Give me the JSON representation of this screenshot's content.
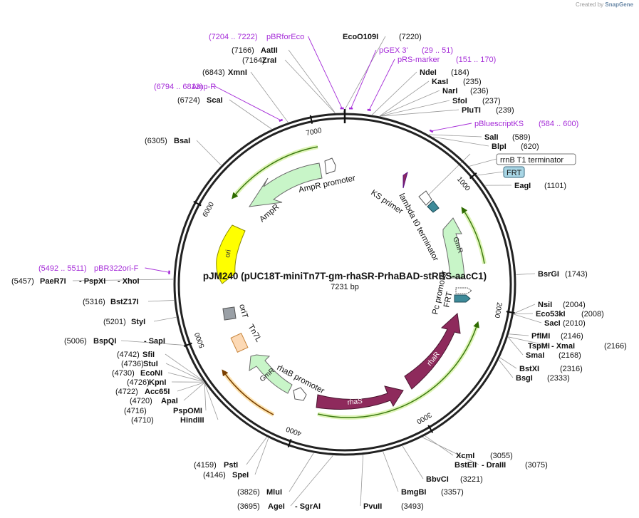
{
  "credit": {
    "prefix": "Created by",
    "brand": "SnapGene"
  },
  "plasmid": {
    "name": "pJM240 (pUC18T-miniTn7T-gm-rhaSR-PrhaBAD-stRBS-aacC1)",
    "length_label": "7231 bp",
    "length": 7231
  },
  "ticks": [
    "1000",
    "2000",
    "3000",
    "4000",
    "5000",
    "6000",
    "7000"
  ],
  "sites": [
    {
      "name": "EcoO109I",
      "pos": "(7220)"
    },
    {
      "name": "AatII",
      "pos": "(7166)"
    },
    {
      "name": "ZraI",
      "pos": "(7164)"
    },
    {
      "name": "XmnI",
      "pos": "(6843)"
    },
    {
      "name": "ScaI",
      "pos": "(6724)"
    },
    {
      "name": "BsaI",
      "pos": "(6305)"
    },
    {
      "name": "NdeI",
      "pos": "(184)"
    },
    {
      "name": "KasI",
      "pos": "(235)"
    },
    {
      "name": "NarI",
      "pos": "(236)"
    },
    {
      "name": "SfoI",
      "pos": "(237)"
    },
    {
      "name": "PluTI",
      "pos": "(239)"
    },
    {
      "name": "SalI",
      "pos": "(589)"
    },
    {
      "name": "BlpI",
      "pos": "(620)"
    },
    {
      "name": "EagI",
      "pos": "(1101)"
    },
    {
      "name": "BsrGI",
      "pos": "(1743)"
    },
    {
      "name": "NsiI",
      "pos": "(2004)"
    },
    {
      "name": "Eco53kI",
      "pos": "(2008)"
    },
    {
      "name": "SacI",
      "pos": "(2010)"
    },
    {
      "name": "PflMI",
      "pos": "(2146)"
    },
    {
      "name": "TspMI",
      "pos": ""
    },
    {
      "name": "- XmaI",
      "pos": "(2166)"
    },
    {
      "name": "SmaI",
      "pos": "(2168)"
    },
    {
      "name": "BstXI",
      "pos": "(2316)"
    },
    {
      "name": "BsgI",
      "pos": "(2333)"
    },
    {
      "name": "XcmI",
      "pos": "(3055)"
    },
    {
      "name": "BstEII",
      "pos": ""
    },
    {
      "name": "- DraIII",
      "pos": "(3075)"
    },
    {
      "name": "BbvCI",
      "pos": "(3221)"
    },
    {
      "name": "BmgBI",
      "pos": "(3357)"
    },
    {
      "name": "PvuII",
      "pos": "(3493)"
    },
    {
      "name": "AgeI",
      "pos": "(3695)"
    },
    {
      "name": "- SgrAI",
      "pos": ""
    },
    {
      "name": "MluI",
      "pos": "(3826)"
    },
    {
      "name": "SpeI",
      "pos": "(4146)"
    },
    {
      "name": "PstI",
      "pos": "(4159)"
    },
    {
      "name": "HindIII",
      "pos": "(4710)"
    },
    {
      "name": "PspOMI",
      "pos": "(4716)"
    },
    {
      "name": "ApaI",
      "pos": "(4720)"
    },
    {
      "name": "Acc65I",
      "pos": "(4722)"
    },
    {
      "name": "KpnI",
      "pos": "(4726)"
    },
    {
      "name": "EcoNI",
      "pos": "(4730)"
    },
    {
      "name": "StuI",
      "pos": "(4736)"
    },
    {
      "name": "SfiI",
      "pos": "(4742)"
    },
    {
      "name": "BspQI",
      "pos": "(5006)"
    },
    {
      "name": "- SapI",
      "pos": ""
    },
    {
      "name": "StyI",
      "pos": "(5201)"
    },
    {
      "name": "BstZ17I",
      "pos": "(5316)"
    },
    {
      "name": "PaeR7I",
      "pos": "(5457)"
    },
    {
      "name": "- PspXI",
      "pos": ""
    },
    {
      "name": "- XhoI",
      "pos": ""
    }
  ],
  "primers": [
    {
      "range": "(7204 .. 7222)",
      "name": "pBRforEco"
    },
    {
      "range": "(29 .. 51)",
      "name": "pGEX 3'"
    },
    {
      "range": "(151 .. 170)",
      "name": "pRS-marker"
    },
    {
      "range": "(6794 .. 6813)",
      "name": "Amp-R"
    },
    {
      "range": "(584 .. 600)",
      "name": "pBluescriptKS"
    },
    {
      "range": "(5492 .. 5511)",
      "name": "pBR322ori-F"
    }
  ],
  "features": {
    "rrnb": "rrnB T1 terminator",
    "frt_box": "FRT",
    "ampr_promoter": "AmpR promoter",
    "ampr": "AmpR",
    "ori": "ori",
    "ks_primer": "KS primer",
    "lambda": "lambda t0 terminator",
    "gmr_right": "GmR",
    "pc_promoter": "Pc promoter",
    "frt_small": "FRT",
    "rhar": "rhaR",
    "rhas": "rhaS",
    "rhab_promoter": "rhaB promoter",
    "gmr_left": "GmR",
    "tn7l": "Tn7L",
    "orit": "oriT"
  },
  "colors": {
    "site_text": "#111111",
    "primer": "#a52cd8",
    "promoter_fill": "#c8f5c8",
    "gene_fill": "#8e2a5c",
    "ori_fill": "#ffff00",
    "ori_stroke": "#8a8a00",
    "terminator_fill": "#3d8a99",
    "orit_fill": "#9aa0a6",
    "tn7_fill": "#fcd9b5",
    "tn7_stroke": "#c7843a",
    "orf_green": "#9bd34a",
    "orf_orange": "#f5a623",
    "frt_box_fill": "#a9d6e5"
  }
}
